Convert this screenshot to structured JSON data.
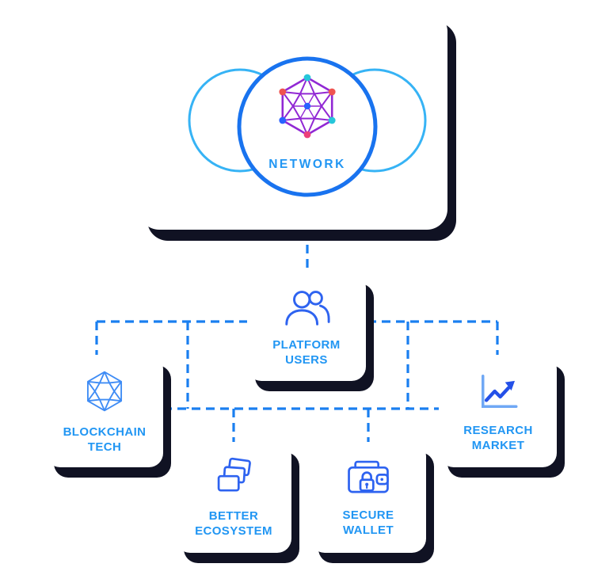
{
  "network_card": {
    "label": "NETWORK",
    "icon": "network-hexagon-icon"
  },
  "nodes": {
    "platform_users": {
      "line1": "PLATFORM",
      "line2": "USERS",
      "icon": "users-icon"
    },
    "blockchain_tech": {
      "line1": "BLOCKCHAIN",
      "line2": "TECH",
      "icon": "blockchain-cube-icon"
    },
    "research_market": {
      "line1": "RESEARCH",
      "line2": "MARKET",
      "icon": "growth-chart-icon"
    },
    "better_ecosystem": {
      "line1": "BETTER",
      "line2": "ECOSYSTEM",
      "icon": "layers-icon"
    },
    "secure_wallet": {
      "line1": "SECURE",
      "line2": "WALLET",
      "icon": "wallet-lock-icon"
    }
  },
  "edges": [
    {
      "from": "network",
      "to": "platform_users"
    },
    {
      "from": "platform_users",
      "to": "blockchain_tech"
    },
    {
      "from": "platform_users",
      "to": "research_market"
    },
    {
      "from": "platform_users",
      "to": "better_ecosystem"
    },
    {
      "from": "platform_users",
      "to": "secure_wallet"
    }
  ],
  "colors": {
    "label_blue": "#2196f3",
    "connector_blue": "#1a7ff0",
    "network_ring_blue": "#1973ef",
    "orbit_ring_cyan": "#36b3f5",
    "hexagon_purple": "#9128d4",
    "node_dot_cyan": "#26c6da",
    "node_dot_red": "#ef5350",
    "node_dot_pink": "#ec407a",
    "node_dot_blue": "#2962ff",
    "icon_blue": "#2e63f0",
    "icon_light_blue": "#6fa8f5",
    "card_shadow": "#101223"
  }
}
